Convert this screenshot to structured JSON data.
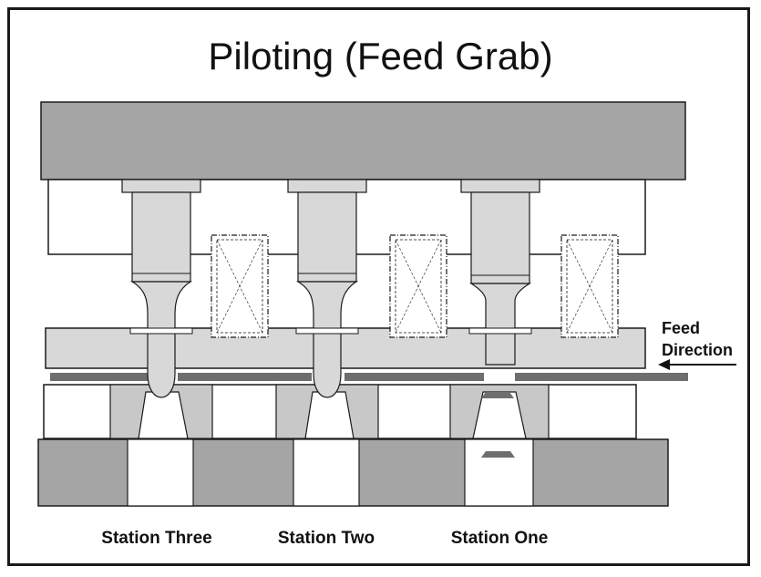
{
  "title": "Piloting (Feed Grab)",
  "feed_direction": {
    "line1": "Feed",
    "line2": "Direction"
  },
  "stations": [
    {
      "label": "Station Three"
    },
    {
      "label": "Station Two"
    },
    {
      "label": "Station One"
    }
  ],
  "colors": {
    "dark_gray": "#a5a5a5",
    "medium_gray": "#c8c8c8",
    "light_gray": "#d8d8d8",
    "outline": "#1a1a1a",
    "white": "#ffffff"
  }
}
